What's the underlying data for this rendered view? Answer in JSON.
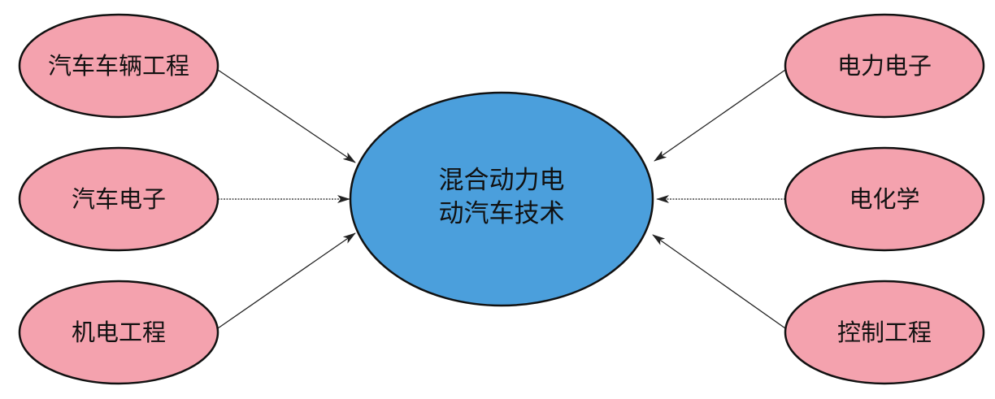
{
  "center": {
    "line1": "混合动力电",
    "line2": "动汽车技术",
    "fill": "#4b9fdc"
  },
  "left_nodes": [
    {
      "label": "汽车车辆工程"
    },
    {
      "label": "汽车电子"
    },
    {
      "label": "机电工程"
    }
  ],
  "right_nodes": [
    {
      "label": "电力电子"
    },
    {
      "label": "电化学"
    },
    {
      "label": "控制工程"
    }
  ],
  "colors": {
    "node_fill": "#f4a2ae",
    "outline": "#111111",
    "arrow": "#222222"
  }
}
